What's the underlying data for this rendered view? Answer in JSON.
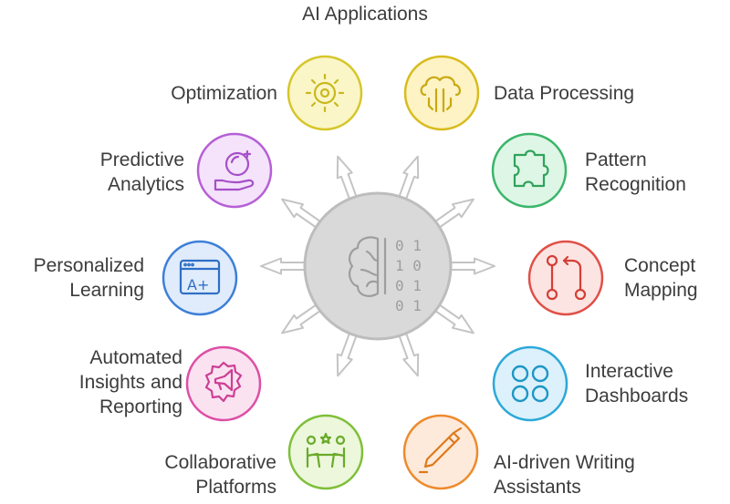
{
  "title": "AI Applications",
  "hub": {
    "binary": [
      "0 1",
      "1 0",
      "0 1",
      "0 1"
    ],
    "color": "#d9d9d9",
    "stroke": "#bdbdbd"
  },
  "nodes": [
    {
      "id": "optimization",
      "lines": [
        "Optimization"
      ],
      "color": "#d6c62a",
      "fill": "#fbf6c7",
      "icon": "sun-gear-icon"
    },
    {
      "id": "data-processing",
      "lines": [
        "Data Processing"
      ],
      "color": "#d8bc1e",
      "fill": "#fdf3c4",
      "icon": "cloud-circuit-icon"
    },
    {
      "id": "predictive-analytics",
      "lines": [
        "Predictive",
        "Analytics"
      ],
      "color": "#b65fd6",
      "fill": "#f4e3fb",
      "icon": "crystal-ball-hand-icon"
    },
    {
      "id": "pattern-recognition",
      "lines": [
        "Pattern",
        "Recognition"
      ],
      "color": "#3bb56a",
      "fill": "#def6e6",
      "icon": "puzzle-piece-icon"
    },
    {
      "id": "personalized-learning",
      "lines": [
        "Personalized",
        "Learning"
      ],
      "color": "#3d7fd8",
      "fill": "#e0ecfb",
      "icon": "browser-grade-icon"
    },
    {
      "id": "concept-mapping",
      "lines": [
        "Concept",
        "Mapping"
      ],
      "color": "#e04f47",
      "fill": "#fce4e2",
      "icon": "flow-arrows-icon"
    },
    {
      "id": "automated-insights",
      "lines": [
        "Automated",
        "Insights and",
        "Reporting"
      ],
      "color": "#dd4fa5",
      "fill": "#fbe2f1",
      "icon": "megaphone-gear-icon"
    },
    {
      "id": "interactive-dashboards",
      "lines": [
        "Interactive",
        "Dashboards"
      ],
      "color": "#2ca8d8",
      "fill": "#dcf1fb",
      "icon": "four-circles-icon"
    },
    {
      "id": "collaborative-platforms",
      "lines": [
        "Collaborative",
        "Platforms"
      ],
      "color": "#7fbf3a",
      "fill": "#ecf7dc",
      "icon": "people-collaborating-icon"
    },
    {
      "id": "ai-writing-assistants",
      "lines": [
        "AI-driven Writing",
        "Assistants"
      ],
      "color": "#ee8a2c",
      "fill": "#fdeadb",
      "icon": "pen-icon"
    }
  ]
}
